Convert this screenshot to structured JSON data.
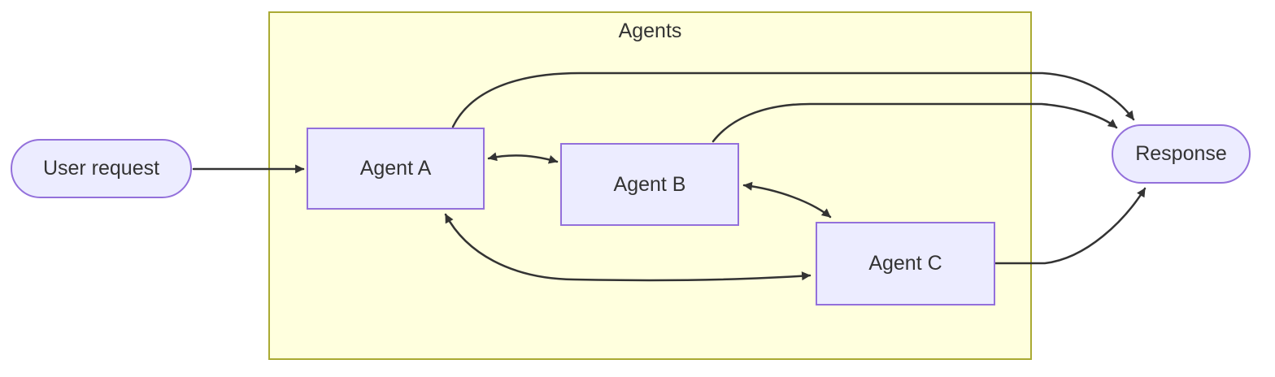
{
  "diagram": {
    "type": "flowchart",
    "direction": "left-to-right",
    "cluster": {
      "label": "Agents"
    },
    "nodes": [
      {
        "id": "user-request",
        "label": "User request",
        "shape": "stadium"
      },
      {
        "id": "agent-a",
        "label": "Agent A",
        "shape": "rect",
        "group": "Agents"
      },
      {
        "id": "agent-b",
        "label": "Agent B",
        "shape": "rect",
        "group": "Agents"
      },
      {
        "id": "agent-c",
        "label": "Agent C",
        "shape": "rect",
        "group": "Agents"
      },
      {
        "id": "response",
        "label": "Response",
        "shape": "stadium"
      }
    ],
    "edges": [
      {
        "from": "user-request",
        "to": "agent-a",
        "bidirectional": false
      },
      {
        "from": "agent-a",
        "to": "agent-b",
        "bidirectional": true
      },
      {
        "from": "agent-b",
        "to": "agent-c",
        "bidirectional": true
      },
      {
        "from": "agent-a",
        "to": "agent-c",
        "bidirectional": true
      },
      {
        "from": "agent-a",
        "to": "response",
        "bidirectional": false
      },
      {
        "from": "agent-b",
        "to": "response",
        "bidirectional": false
      },
      {
        "from": "agent-c",
        "to": "response",
        "bidirectional": false
      }
    ],
    "colors": {
      "node_fill": "#ECECFF",
      "node_stroke": "#9370DB",
      "cluster_fill": "#FFFFDE",
      "cluster_stroke": "#AAAA33",
      "edge": "#333333",
      "text": "#333333"
    }
  }
}
